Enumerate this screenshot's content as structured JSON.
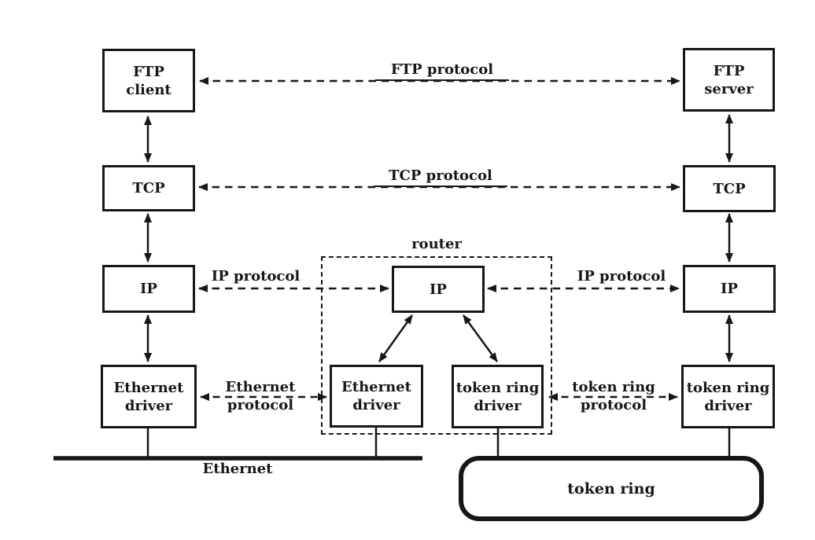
{
  "figure": {
    "hosts": {
      "left": {
        "app": "FTP\nclient",
        "transport": "TCP",
        "network": "IP",
        "link": "Ethernet\ndriver"
      },
      "right": {
        "app": "FTP\nserver",
        "transport": "TCP",
        "network": "IP",
        "link": "token ring\ndriver"
      }
    },
    "router": {
      "label": "router",
      "network": "IP",
      "link_left": "Ethernet\ndriver",
      "link_right": "token ring\ndriver"
    },
    "protocols": {
      "app": "FTP protocol",
      "transport": "TCP protocol",
      "network_left": "IP protocol",
      "network_right": "IP protocol",
      "link_left": "Ethernet\nprotocol",
      "link_right": "token ring\nprotocol"
    },
    "networks": {
      "ethernet": "Ethernet",
      "token_ring": "token ring"
    },
    "colors": {
      "ink": "#171717",
      "paper": "#ffffff"
    }
  }
}
